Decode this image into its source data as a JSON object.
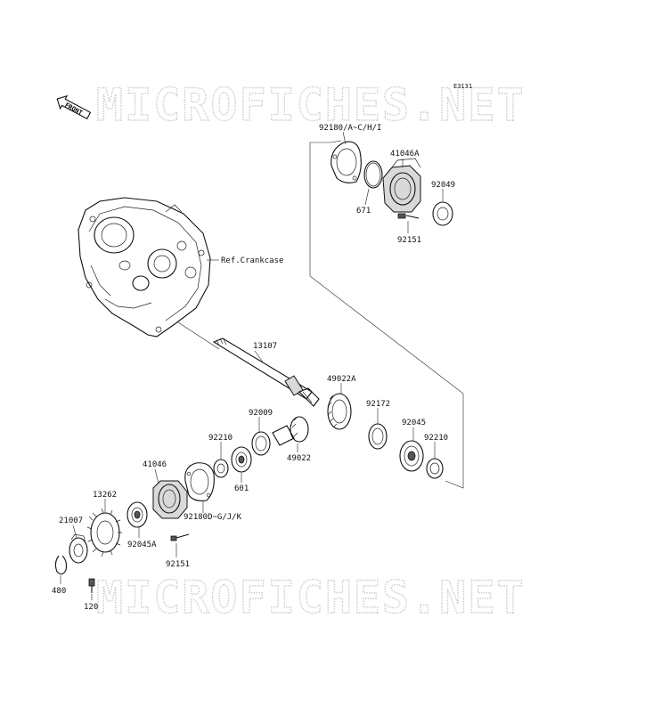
{
  "diagram_code": "E3131",
  "watermark": "MICROFICHES.NET",
  "front_badge": "FRONT",
  "reference_label": "Ref.Crankcase",
  "parts": {
    "gasket_top": "92180/A~C/H/I",
    "housing_top": "41046A",
    "seal_top": "92049",
    "oring": "671",
    "bolt_top": "92151",
    "shaft": "13107",
    "gear_ring": "49022A",
    "gear_pinion": "49022",
    "shim_a": "92172",
    "bearing_a": "92045",
    "collar_right": "92210",
    "seal_mid": "92009",
    "collar_left": "92210",
    "bearing_601": "601",
    "housing_low": "41046",
    "gasket_low": "92180D~G/J/K",
    "gear_13262": "13262",
    "bearing_low": "92045A",
    "bolt_low": "92151",
    "clutch_21007": "21007",
    "circlip": "480",
    "screw": "120"
  }
}
